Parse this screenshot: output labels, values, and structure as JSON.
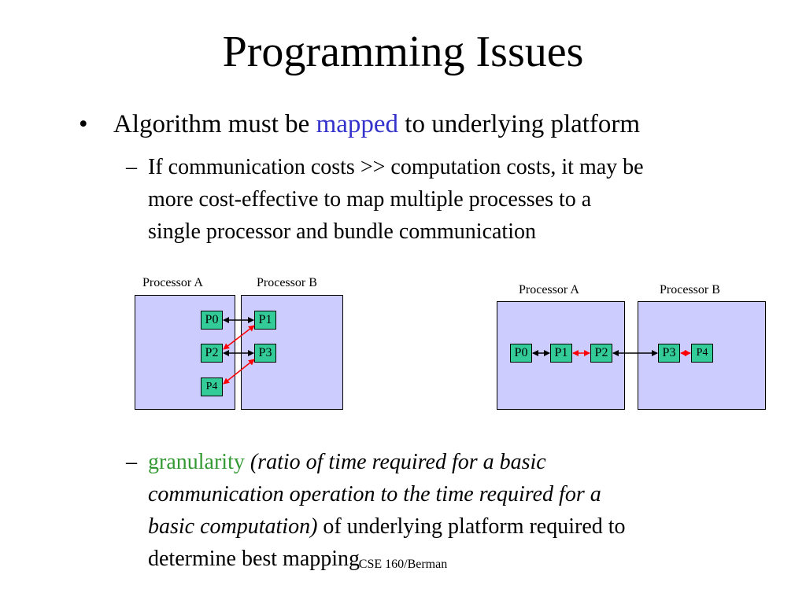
{
  "title": "Programming Issues",
  "bullet1": {
    "marker": "•",
    "before": "Algorithm must be ",
    "highlight": "mapped",
    "after": " to underlying platform"
  },
  "sub1": {
    "marker": "–",
    "lines": [
      "If communication costs >> computation costs, it may be",
      "more  cost-effective to map multiple processes to a",
      "single processor and bundle communication"
    ]
  },
  "diagram_left": {
    "proc_a": "Processor A",
    "proc_b": "Processor B",
    "nodes": [
      "P0",
      "P1",
      "P2",
      "P3",
      "P4"
    ]
  },
  "diagram_right": {
    "proc_a": "Processor A",
    "proc_b": "Processor B",
    "nodes": [
      "P0",
      "P1",
      "P2",
      "P3",
      "P4"
    ]
  },
  "sub2": {
    "marker": "–",
    "keyword": "granularity",
    "italic1": " (ratio of time required for a basic",
    "line2": "communication operation to the time required for a",
    "italic3": "basic computation)",
    "normal3": " of underlying platform required to",
    "line4": "determine best mapping"
  },
  "footer": "CSE 160/Berman",
  "colors": {
    "highlight_blue": "#3333cc",
    "highlight_green": "#339933",
    "processor_fill": "#ccccff",
    "node_fill": "#33cc99",
    "comm_red": "#ff0000"
  }
}
